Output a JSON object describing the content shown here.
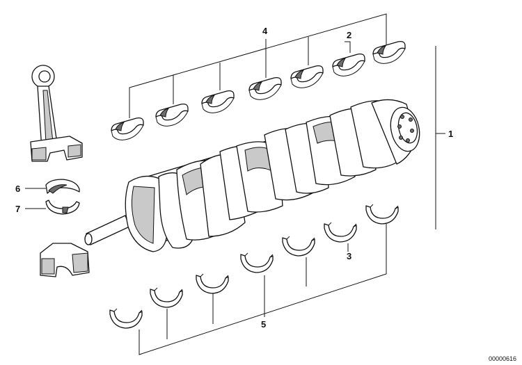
{
  "diagram": {
    "callouts": [
      {
        "id": "1",
        "label": "1"
      },
      {
        "id": "2",
        "label": "2"
      },
      {
        "id": "3",
        "label": "3"
      },
      {
        "id": "4",
        "label": "4"
      },
      {
        "id": "5",
        "label": "5"
      },
      {
        "id": "6",
        "label": "6"
      },
      {
        "id": "7",
        "label": "7"
      }
    ],
    "doc_id": "00000616"
  }
}
